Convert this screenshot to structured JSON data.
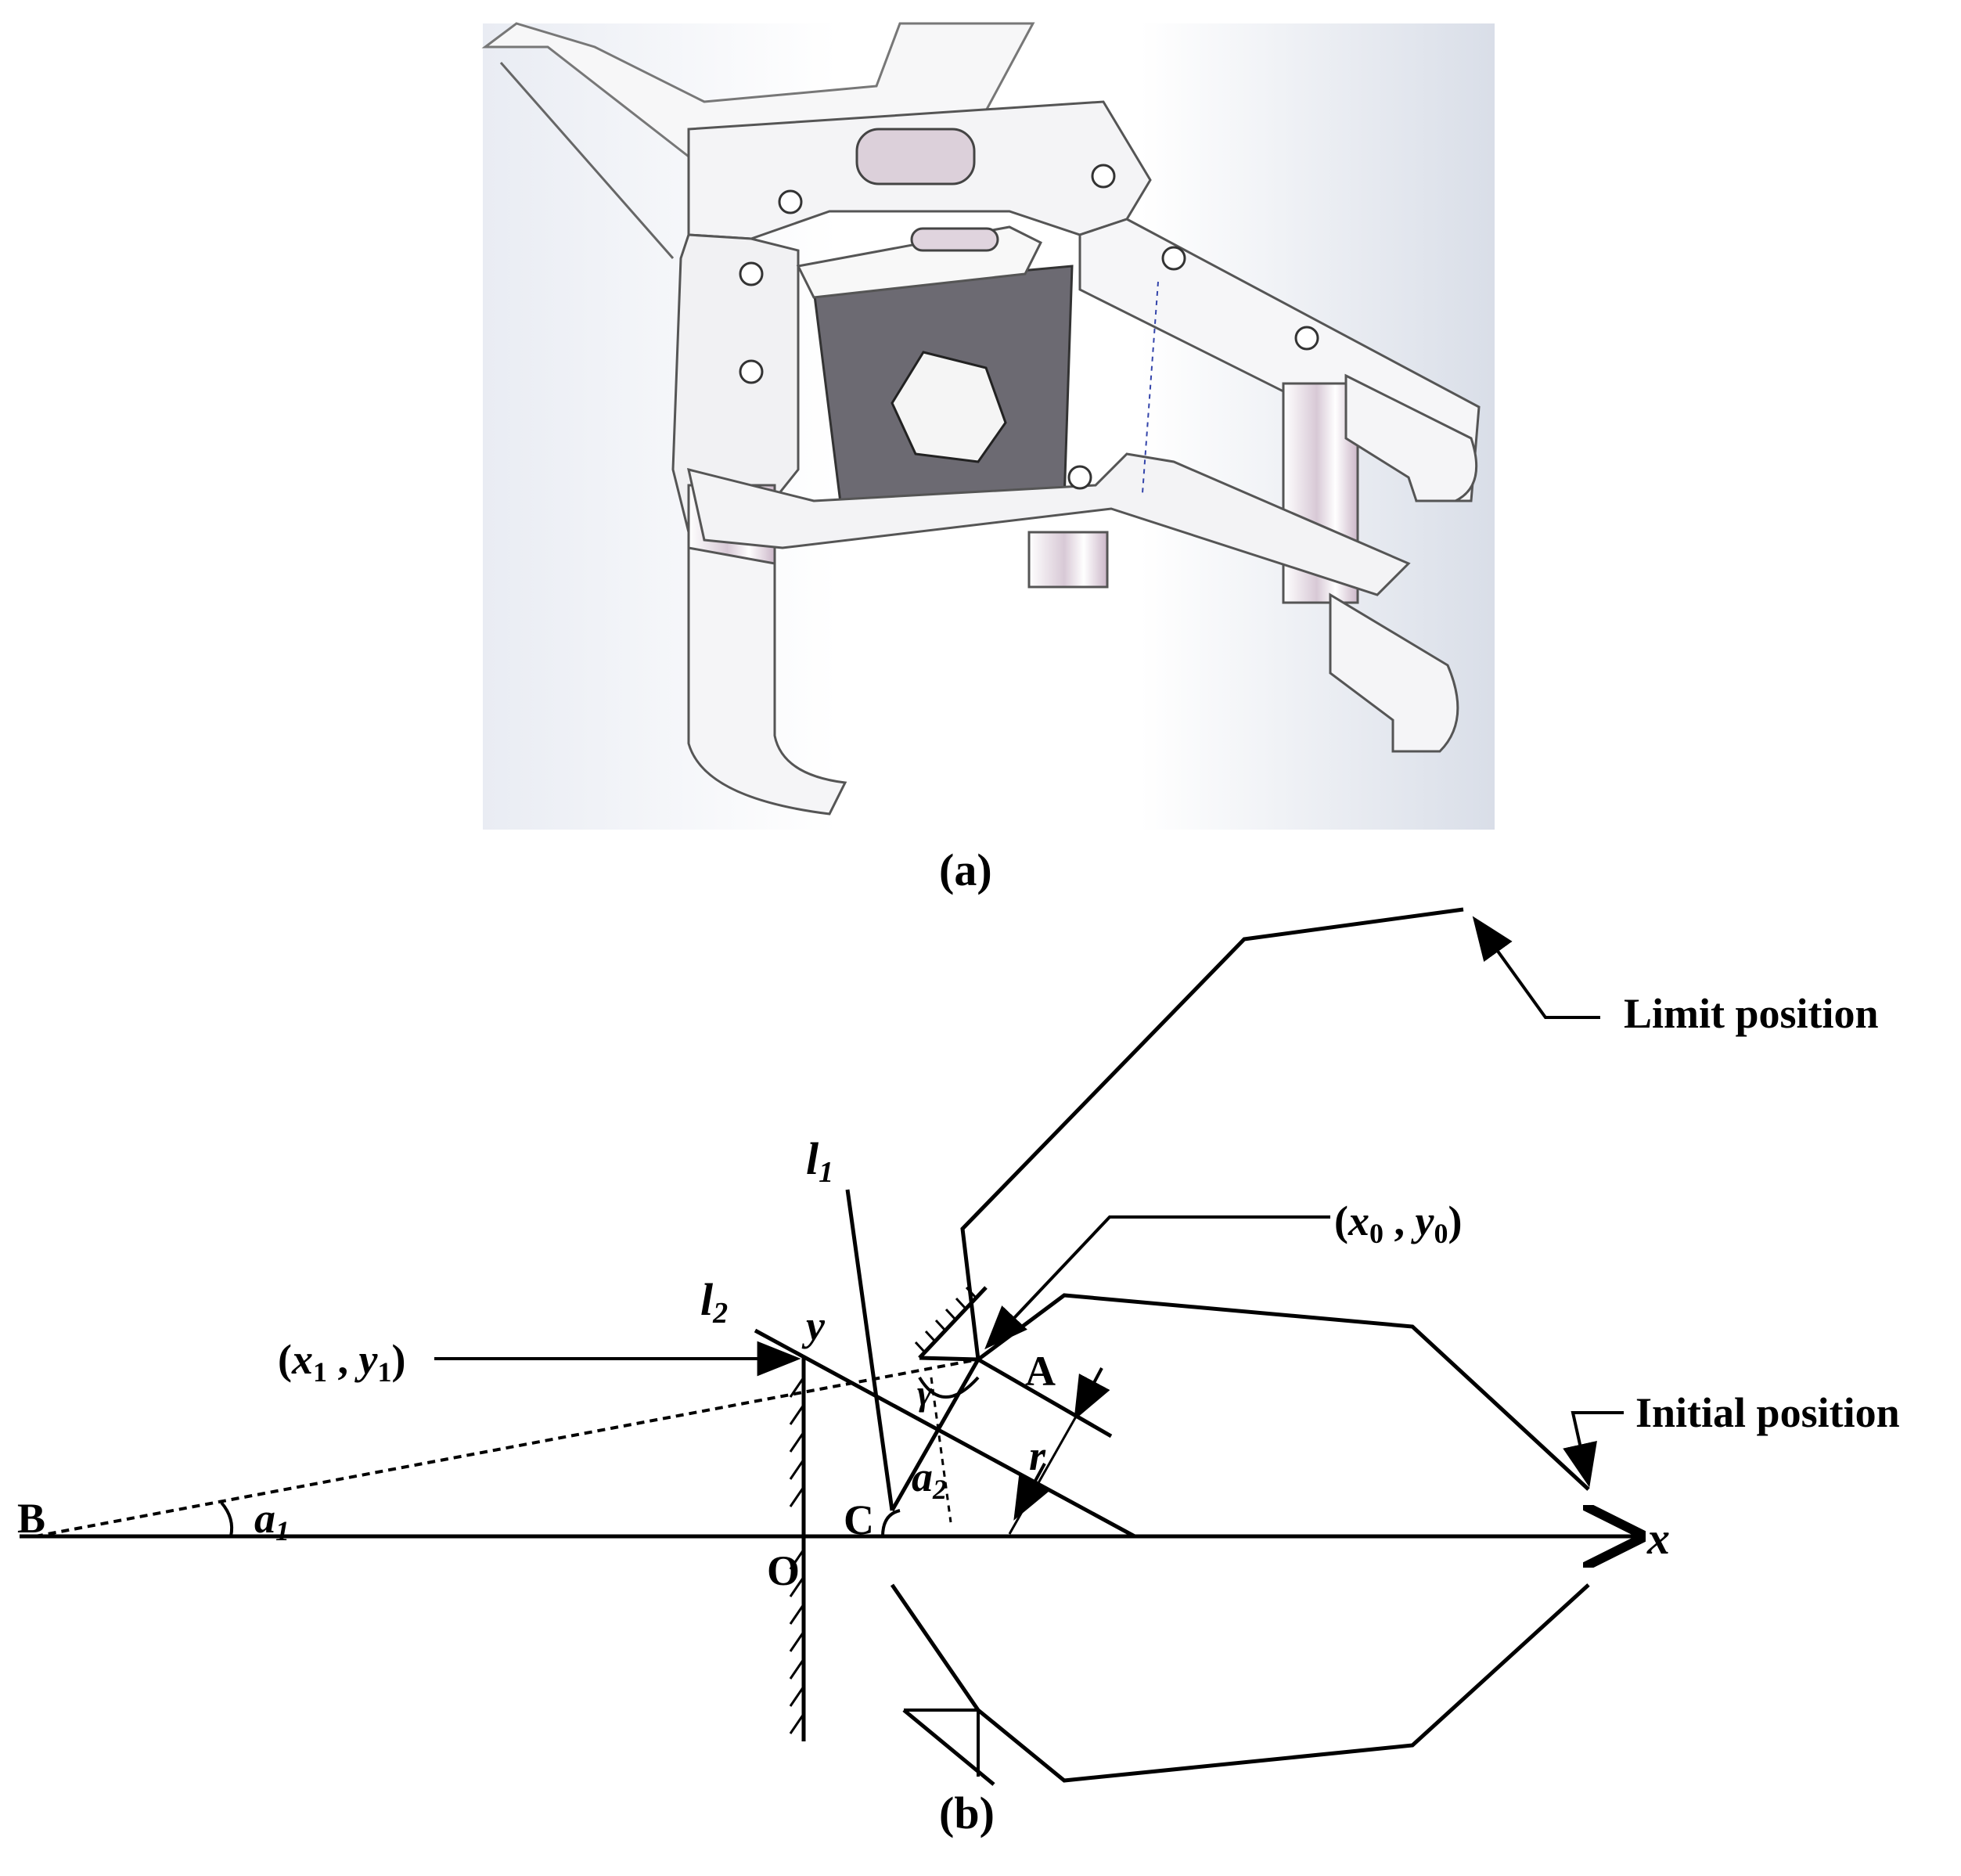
{
  "panels": {
    "a": {
      "caption": "(a)"
    },
    "b": {
      "caption": "(b)"
    }
  },
  "diagram": {
    "points": {
      "B": "B",
      "O": "O",
      "C": "C",
      "A": "A"
    },
    "axes": {
      "x": "x",
      "y": "y"
    },
    "links": {
      "l1": "l",
      "l1_sub": "1",
      "l2": "l",
      "l2_sub": "2"
    },
    "angles": {
      "a1": "a",
      "a1_sub": "1",
      "a2": "a",
      "a2_sub": "2",
      "gamma": "γ",
      "r": "r"
    },
    "coords": {
      "p0": {
        "open": "(",
        "x": "x",
        "x_sub": "0",
        "sep": " , ",
        "y": "y",
        "y_sub": "0",
        "close": ")"
      },
      "p1": {
        "open": "(",
        "x": "x",
        "x_sub": "1",
        "sep": " , ",
        "y": "y",
        "y_sub": "1",
        "close": ")"
      }
    },
    "annotations": {
      "limit": "Limit position",
      "initial": "Initial position"
    }
  },
  "colors": {
    "line": "#000000",
    "render_bg_light": "#ffffff",
    "render_bg_dark": "#d6dbe6",
    "metal": "#f4f4f6",
    "metal_shade": "#c9b8c6",
    "dark_plate": "#6c6a72"
  }
}
